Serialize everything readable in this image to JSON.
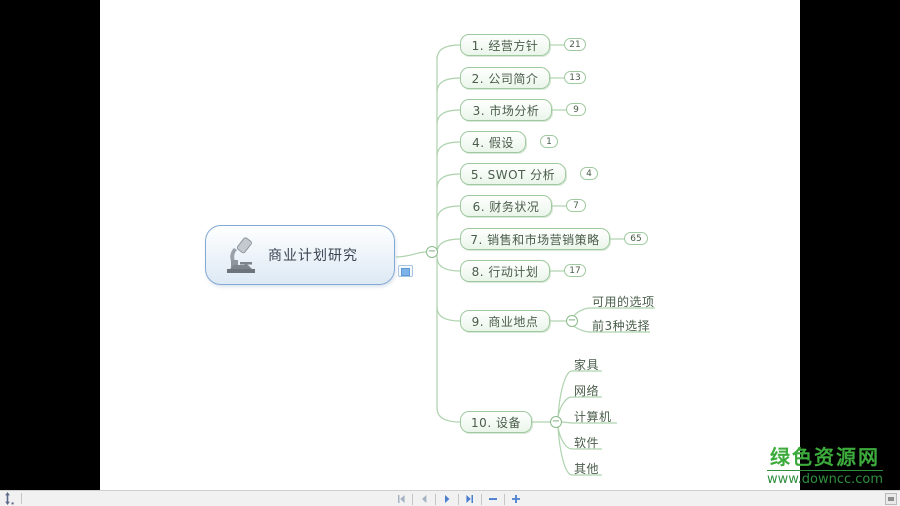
{
  "mindmap": {
    "root": {
      "label": "商业计划研究",
      "icon": "microscope-icon",
      "note_marker_icon": "note-marker-icon"
    },
    "topics": [
      {
        "label": "1. 经营方针",
        "count": "21"
      },
      {
        "label": "2. 公司简介",
        "count": "13"
      },
      {
        "label": "3. 市场分析",
        "count": "9"
      },
      {
        "label": "4. 假设",
        "count": "1"
      },
      {
        "label": "5. SWOT 分析",
        "count": "4"
      },
      {
        "label": "6. 财务状况",
        "count": "7"
      },
      {
        "label": "7. 销售和市场营销策略",
        "count": "65"
      },
      {
        "label": "8. 行动计划",
        "count": "17"
      },
      {
        "label": "9. 商业地点",
        "count": "",
        "children": [
          "可用的选项",
          "前3种选择"
        ]
      },
      {
        "label": "10. 设备",
        "count": "",
        "children": [
          "家具",
          "网络",
          "计算机",
          "软件",
          "其他"
        ]
      }
    ],
    "collapse_glyph": "−",
    "colors": {
      "topic_border": "#9fc99f",
      "topic_text": "#4a5d4a",
      "branch_line": "#aed3ae",
      "root_border": "#84a9d2",
      "root_text": "#3b4452"
    }
  },
  "statusbar": {
    "pan_icon": "vertical-pan-icon",
    "nav_icons": [
      {
        "name": "first-page-icon",
        "state": "disabled"
      },
      {
        "name": "previous-page-icon",
        "state": "disabled"
      },
      {
        "name": "next-page-icon",
        "state": "enabled"
      },
      {
        "name": "last-page-icon",
        "state": "enabled"
      },
      {
        "name": "zoom-out-icon",
        "state": "enabled"
      },
      {
        "name": "zoom-in-icon",
        "state": "enabled"
      }
    ],
    "corner_icon": "canvas-corner-icon",
    "accent_color": "#4b7fd0"
  },
  "watermark": {
    "line1": "绿色资源网",
    "line2": "www.downcc.com",
    "color": "#3cab3c"
  }
}
